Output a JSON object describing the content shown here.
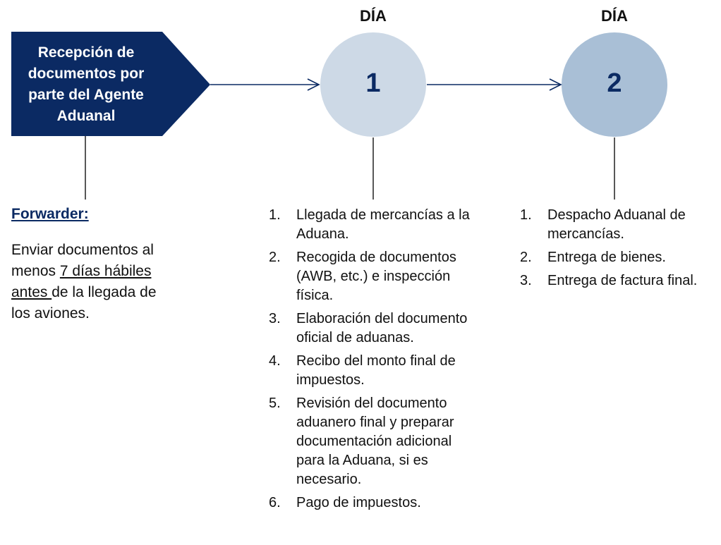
{
  "start": {
    "label": "Recepción de documentos por parte del Agente Aduanal"
  },
  "colors": {
    "start": "#0b2a63",
    "day1": "#cdd9e6",
    "day2": "#a9bfd6",
    "line": "#0b2a63"
  },
  "days": [
    {
      "header": "DÍA",
      "number": "1",
      "items": [
        "Llegada de mercancías a la Aduana.",
        "Recogida de documentos (AWB, etc.) e inspección física.",
        "Elaboración del documento oficial de aduanas.",
        "Recibo del monto final de impuestos.",
        "Revisión del documento aduanero final y preparar documentación adicional para la Aduana, si es necesario.",
        "Pago de impuestos."
      ]
    },
    {
      "header": "DÍA",
      "number": "2",
      "items": [
        "Despacho Aduanal de mercancías.",
        "Entrega de bienes.",
        "Entrega de factura final."
      ]
    }
  ],
  "forwarder": {
    "title": "Forwarder:",
    "text_a": "Enviar documentos al menos ",
    "text_u": "7 días hábiles antes ",
    "text_b": "de la llegada de los aviones."
  }
}
